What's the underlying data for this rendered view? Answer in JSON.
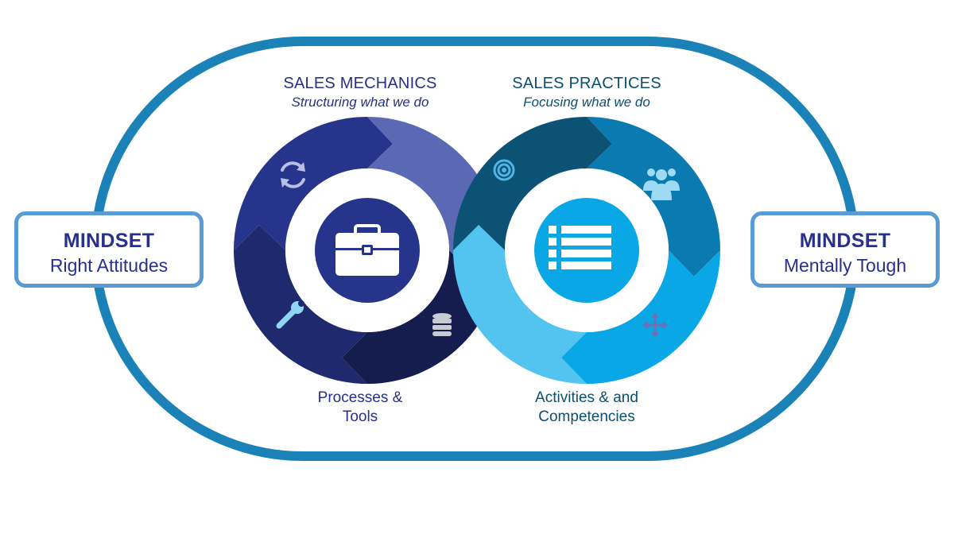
{
  "mindset_left": {
    "title": "MINDSET",
    "subtitle": "Right Attitudes"
  },
  "mindset_right": {
    "title": "MINDSET",
    "subtitle": "Mentally Tough"
  },
  "sales_mechanics": {
    "title": "SALES MECHANICS",
    "subtitle": "Structuring what we do",
    "footer_line1": "Processes &",
    "footer_line2": "Tools"
  },
  "sales_practices": {
    "title": "SALES PRACTICES",
    "subtitle": "Focusing what we do",
    "footer_line1": "Activities & and",
    "footer_line2": "Competencies"
  },
  "icons": [
    "refresh-icon",
    "wrench-icon",
    "database-icon",
    "briefcase-icon",
    "target-icon",
    "group-icon",
    "move-icon",
    "list-icon"
  ],
  "colors": {
    "outline": "#1a82b6",
    "box_border": "#5b9bd5",
    "mech_1": "#5b68b3",
    "mech_2": "#27348b",
    "mech_3": "#1f2a6e",
    "mech_4": "#151d4e",
    "prac_1": "#0b5275",
    "prac_2": "#0b7ab0",
    "prac_3": "#0aa7e6",
    "prac_4": "#53c3ef"
  }
}
